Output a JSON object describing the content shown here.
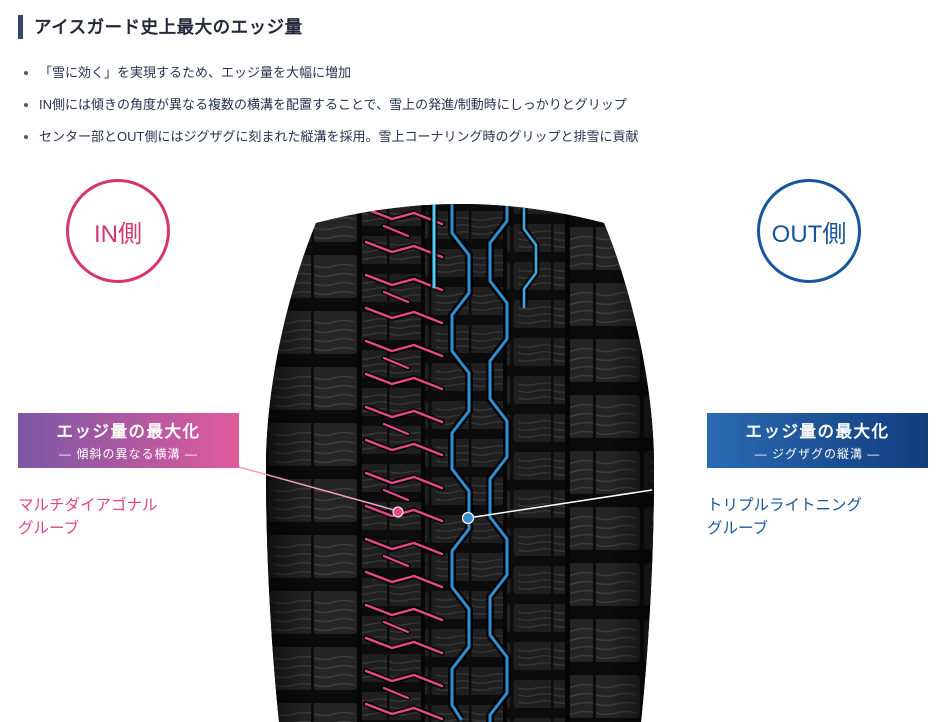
{
  "header": {
    "title": "アイスガード史上最大のエッジ量",
    "accent_color": "#36466e"
  },
  "bullets": [
    "「雪に効く」を実現するため、エッジ量を大幅に増加",
    "IN側には傾きの角度が異なる複数の横溝を配置することで、雪上の発進/制動時にしっかりとグリップ",
    "センター部とOUT側にはジグザグに刻まれた縦溝を採用。雪上コーナリング時のグリップと排雪に貢献"
  ],
  "badges": {
    "in": {
      "label": "IN側",
      "color": "#d6356f"
    },
    "out": {
      "label": "OUT側",
      "color": "#19559e"
    }
  },
  "left_callout": {
    "title": "エッジ量の最大化",
    "subtitle": "― 傾斜の異なる横溝 ―",
    "caption_line1": "マルチダイアゴナル",
    "caption_line2": "グルーブ",
    "gradient_start": "#7b57a5",
    "gradient_end": "#e05a9d",
    "caption_color": "#e0448c"
  },
  "right_callout": {
    "title": "エッジ量の最大化",
    "subtitle": "― ジグザグの縦溝 ―",
    "caption_line1": "トリプルライトニング",
    "caption_line2": "グルーブ",
    "gradient_start": "#2a6ab2",
    "gradient_end": "#123d7d",
    "caption_color": "#19559e"
  },
  "tire": {
    "groove_colors": {
      "diagonal_grooves": "#e84888",
      "zigzag_grooves": "#2f8fd2",
      "center_line": "#4fd0f6"
    }
  }
}
